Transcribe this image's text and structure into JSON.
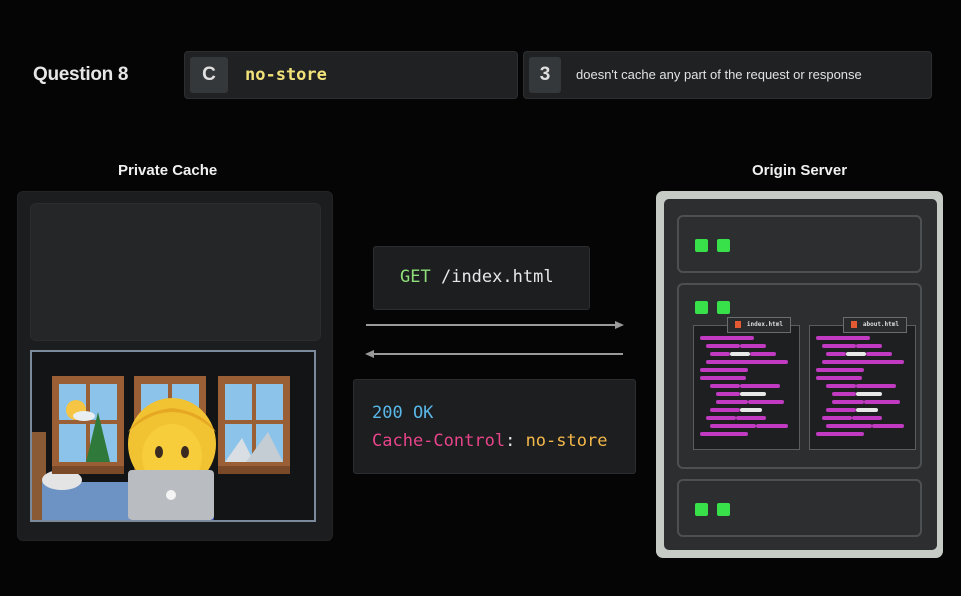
{
  "header": {
    "question": "Question 8",
    "answer_card": {
      "letter": "C",
      "value": "no-store"
    },
    "definition_card": {
      "number": "3",
      "text": "doesn't cache any part of the request or response"
    }
  },
  "private_cache": {
    "title": "Private Cache"
  },
  "origin_server": {
    "title": "Origin Server",
    "files": [
      "index.html",
      "about.html"
    ]
  },
  "request": {
    "method": "GET",
    "path": "/index.html"
  },
  "response": {
    "status": "200 OK",
    "header_name": "Cache-Control",
    "colon": ":",
    "header_value": "no-store"
  },
  "colors": {
    "background": "#050505",
    "answer_value": "#f2e27a",
    "method": "#8fe07a",
    "status": "#5ab8e8",
    "header_name": "#e8448a",
    "header_value": "#f4b84a",
    "led": "#38e04a"
  }
}
